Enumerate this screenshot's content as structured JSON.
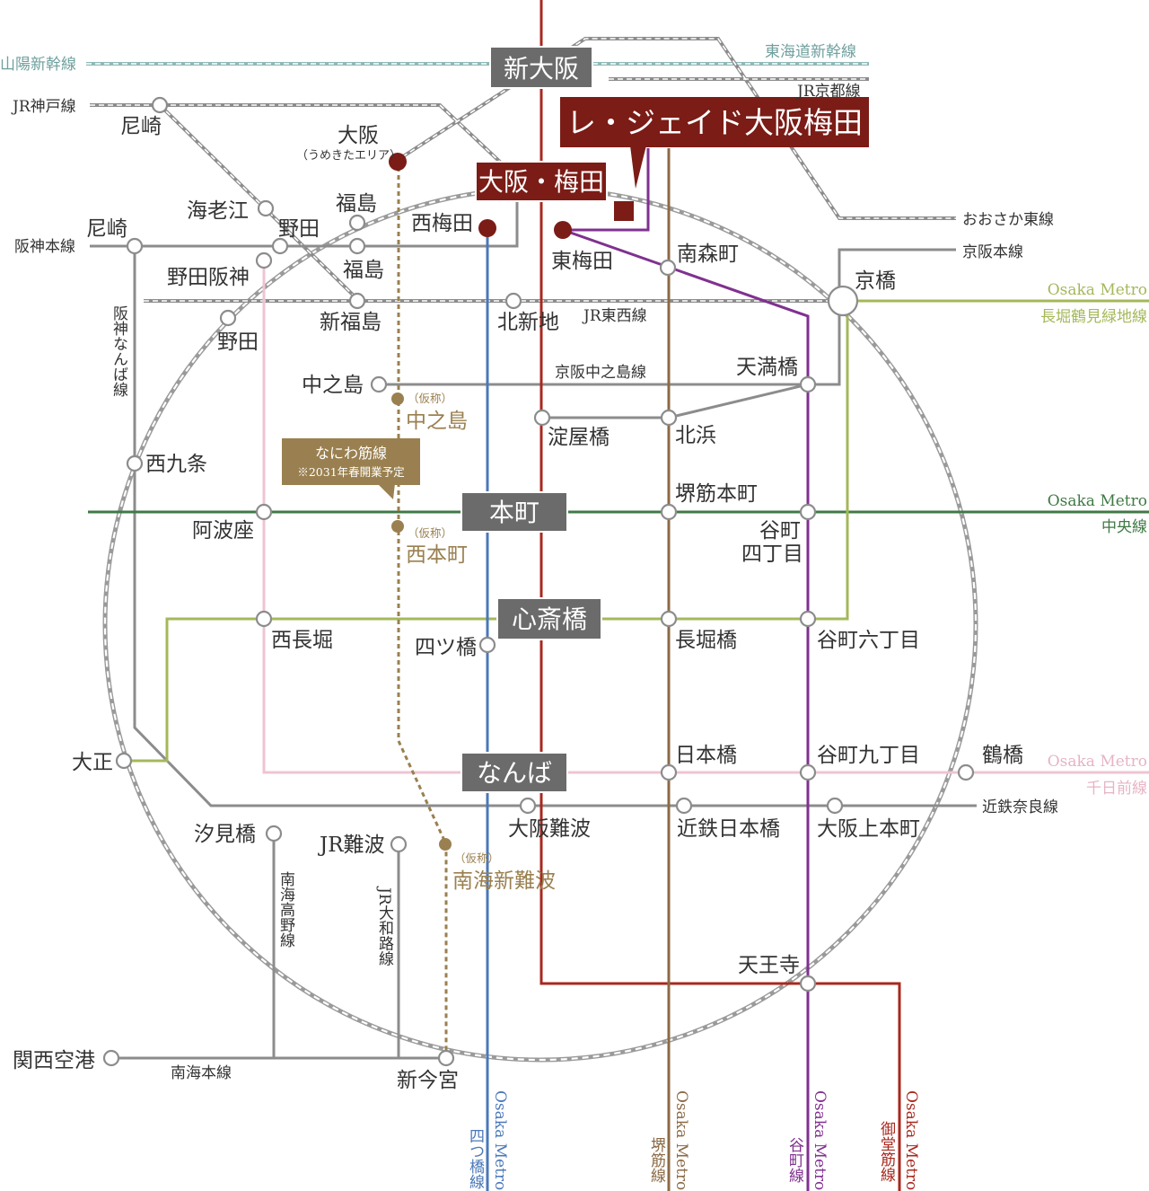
{
  "title": "レ・ジェイド大阪梅田",
  "colors": {
    "midosuji": "#a8281e",
    "yotsubashi": "#4a78b8",
    "sakaisuji": "#8b6a45",
    "tanimachi": "#803190",
    "nagahori": "#a4b85a",
    "chuo": "#3f7a44",
    "sennichimae": "#efc4d2",
    "jr_gray": "#8c8c8c",
    "shinkansen": "#8fb9b7",
    "naniwa": "#9a8050",
    "property_red": "#7b1c16",
    "hub_gray": "#6b6b6b"
  },
  "hubs": {
    "shin_osaka": "新大阪",
    "osaka_umeda": "大阪・梅田",
    "honmachi": "本町",
    "shinsaibashi": "心斎橋",
    "namba": "なんば"
  },
  "stations": {
    "amagasaki_jr": "尼崎",
    "osaka": "大阪",
    "osaka_sub": "（うめきたエリア）",
    "ebie": "海老江",
    "fukushima_top": "福島",
    "noda": "野田",
    "nishi_umeda": "西梅田",
    "higashi_umeda": "東梅田",
    "minami_morimachi": "南森町",
    "amagasaki_hanshin": "尼崎",
    "fukushima_low": "福島",
    "noda_hanshin": "野田阪神",
    "kyobashi": "京橋",
    "shin_fukushima": "新福島",
    "kita_shinchi": "北新地",
    "noda_low": "野田",
    "nakanoshima": "中之島",
    "temmabashi": "天満橋",
    "yodoyabashi": "淀屋橋",
    "kitahama": "北浜",
    "nishikujo": "西九条",
    "sakaisuji_honmachi": "堺筋本町",
    "awaza": "阿波座",
    "tanimachi4_a": "谷町",
    "tanimachi4_b": "四丁目",
    "nishi_nagahori": "西長堀",
    "yotsubashi": "四ツ橋",
    "nagahoribashi": "長堀橋",
    "tanimachi6": "谷町六丁目",
    "taisho": "大正",
    "nippombashi": "日本橋",
    "tanimachi9": "谷町九丁目",
    "tsuruhashi": "鶴橋",
    "shiomibashi": "汐見橋",
    "osaka_namba": "大阪難波",
    "kintetsu_nippombashi": "近鉄日本橋",
    "osaka_uehommachi": "大阪上本町",
    "jr_namba": "JR難波",
    "tennoji": "天王寺",
    "kansai_airport": "関西空港",
    "shin_imamiya": "新今宮"
  },
  "planned": {
    "kasho": "（仮称）",
    "nakanoshima": "中之島",
    "nishi_honmachi": "西本町",
    "nankai_shin_namba": "南海新難波",
    "naniwa_line": "なにわ筋線",
    "naniwa_note": "※2031年春開業予定"
  },
  "lines": {
    "sanyo_shinkansen": "山陽新幹線",
    "tokaido_shinkansen": "東海道新幹線",
    "jr_kobe": "JR神戸線",
    "jr_kyoto": "JR京都線",
    "osaka_higashi": "おおさか東線",
    "hanshin_main": "阪神本線",
    "keihan_main": "京阪本線",
    "jr_tozai": "JR東西線",
    "keihan_nakanoshima": "京阪中之島線",
    "hanshin_namba": "阪神なんば線",
    "kintetsu_nara": "近鉄奈良線",
    "nankai_main": "南海本線",
    "nankai_koya": "南海高野線",
    "jr_yamatoji": "JR大和路線",
    "metro": "Osaka Metro",
    "nagahori_tsurumi": "長堀鶴見緑地線",
    "chuo": "中央線",
    "sennichimae": "千日前線",
    "yotsubashi": "四つ橋線",
    "sakaisuji": "堺筋線",
    "tanimachi": "谷町線",
    "midosuji": "御堂筋線"
  }
}
